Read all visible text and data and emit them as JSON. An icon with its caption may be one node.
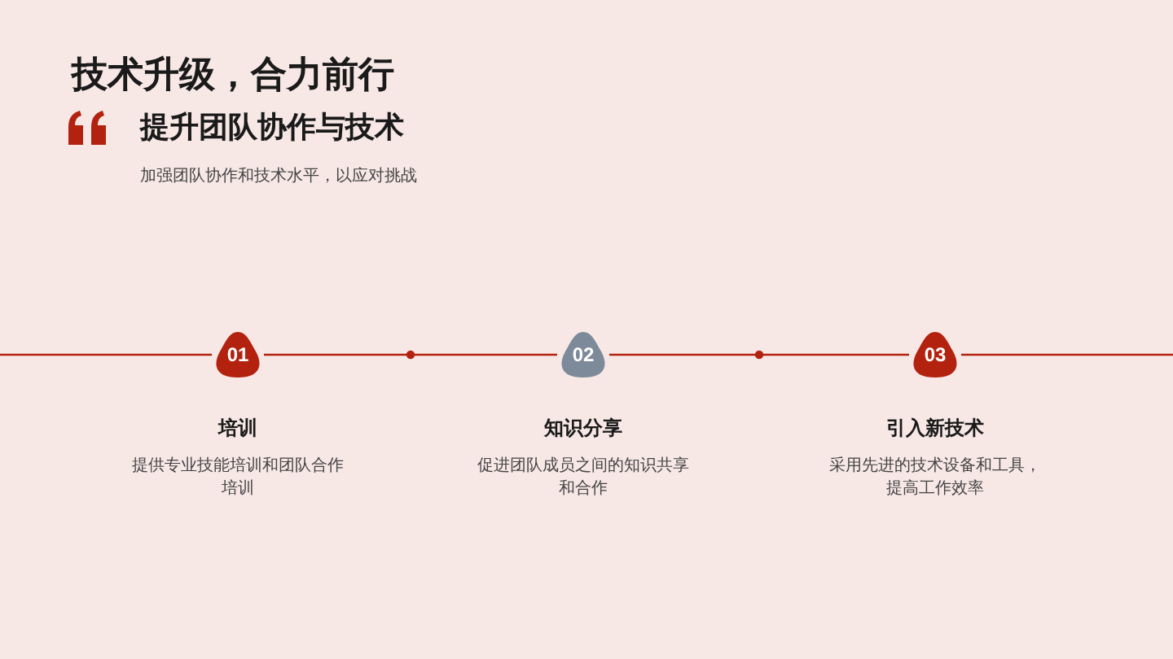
{
  "diagram": {
    "title": "技术升级，合力前行",
    "nodes": [
      {
        "text": [
          "01"
        ],
        "beside": [
          "培训",
          "提供专业技能培训和团队合作培训"
        ]
      },
      {
        "text": [
          "02"
        ],
        "beside": [
          "知识分享",
          "促进团队成员之间的知识共享和合作"
        ]
      },
      {
        "text": [
          "03"
        ],
        "beside": [
          "引入新技术",
          "采用先进的技术设备和工具，提高工作效率"
        ]
      }
    ],
    "edges": [
      {
        "from": null,
        "to": 0,
        "arrow": "none"
      },
      {
        "from": 0,
        "to": 1,
        "arrow": "none"
      },
      {
        "from": 1,
        "to": 2,
        "arrow": "none"
      },
      {
        "from": 2,
        "to": null,
        "arrow": "none"
      }
    ],
    "labels": [
      "提升团队协作与技术",
      "加强团队协作和技术水平，以应对挑战"
    ]
  }
}
